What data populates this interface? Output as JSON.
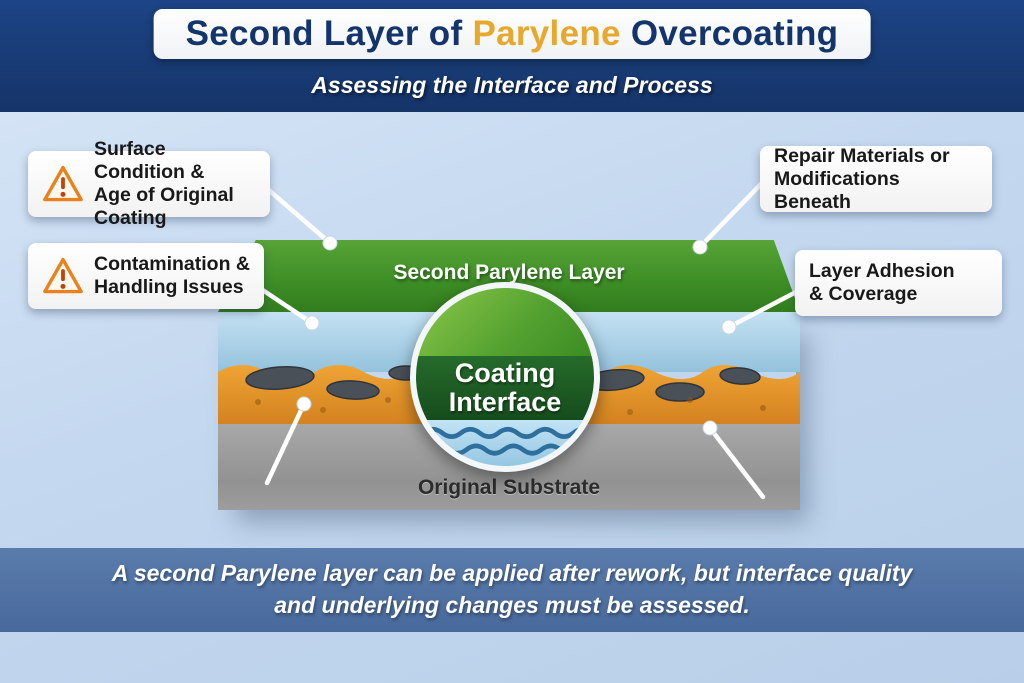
{
  "header": {
    "title": {
      "part1": "Second Layer of ",
      "highlight": "Parylene",
      "part2": " Overcoating"
    },
    "subtitle": "Assessing the Interface and Process"
  },
  "callouts": {
    "surface": {
      "line1": "Surface Condition &",
      "line2": "Age of Original Coating",
      "icon": "warning-triangle-icon"
    },
    "contamination": {
      "line1": "Contamination &",
      "line2": "Handling Issues",
      "icon": "warning-triangle-icon"
    },
    "repair": {
      "line1": "Repair Materials or",
      "line2": "Modifications Beneath"
    },
    "adhesion": {
      "line1": "Layer Adhesion",
      "line2": "& Coverage"
    }
  },
  "diagram": {
    "second_layer_label": "Second Parylene Layer",
    "interface_circle": {
      "line1": "Coating",
      "line2": "Interface"
    },
    "substrate_label": "Original Substrate"
  },
  "footer": {
    "line1": "A second Parylene layer can be applied after rework, but interface quality",
    "line2": "and underlying changes must be assessed."
  },
  "colors": {
    "header_background": "#17376e",
    "title_text": "#14356b",
    "title_highlight": "#e7a92d",
    "body_background": "#c5d9ef",
    "footer_band": "#4d6f9f",
    "parylene_green": "#3f8f27",
    "coating_blue": "#a5cde3",
    "interface_orange": "#e0922c",
    "substrate_gray": "#9a9a9a",
    "warning_orange": "#e8821e"
  }
}
